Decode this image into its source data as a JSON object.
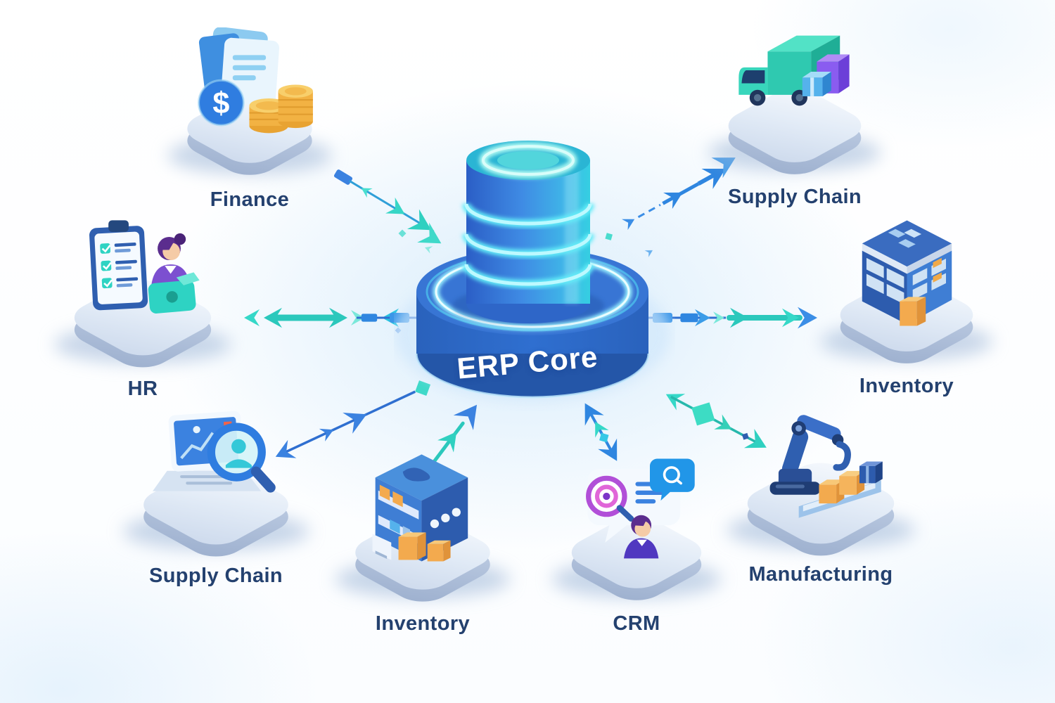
{
  "center": {
    "label": "ERP Core"
  },
  "modules": [
    {
      "id": "finance",
      "label": "Finance",
      "icon": "finance-documents-coins-icon"
    },
    {
      "id": "supply-chain-top",
      "label": "Supply Chain",
      "icon": "delivery-truck-icon"
    },
    {
      "id": "hr",
      "label": "HR",
      "icon": "clipboard-person-icon"
    },
    {
      "id": "inventory-right",
      "label": "Inventory",
      "icon": "warehouse-building-icon"
    },
    {
      "id": "supply-chain-bottom",
      "label": "Supply Chain",
      "icon": "laptop-magnifier-icon"
    },
    {
      "id": "inventory-bottom",
      "label": "Inventory",
      "icon": "storage-shelf-boxes-icon"
    },
    {
      "id": "crm",
      "label": "CRM",
      "icon": "target-chat-person-icon"
    },
    {
      "id": "manufacturing",
      "label": "Manufacturing",
      "icon": "robot-arm-conveyor-icon"
    }
  ],
  "icons": {
    "finance_dollar": "$"
  },
  "colors": {
    "label_text": "#24416f",
    "accent_blue": "#3b82e0",
    "accent_teal": "#2ed3c3",
    "platform_blue": "#2f6fd0",
    "glow_cyan": "#9df4ff",
    "coin_gold": "#f2b243",
    "background": "#fdfeff"
  }
}
